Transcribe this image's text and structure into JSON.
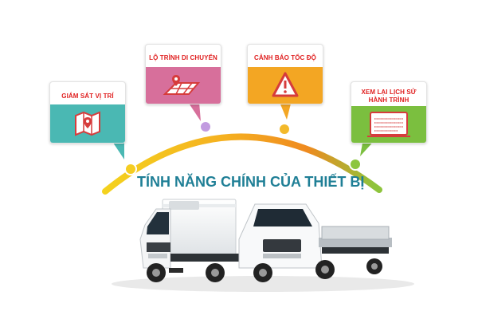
{
  "features": [
    {
      "title": "GIÁM SÁT VỊ TRÍ",
      "icon": "map-pin-icon",
      "color": "#4ab8b3"
    },
    {
      "title": "LỘ TRÌNH DI CHUYỂN",
      "icon": "route-map-icon",
      "color": "#d76f9b"
    },
    {
      "title": "CẢNH BÁO TỐC ĐỘ",
      "icon": "warning-icon",
      "color": "#f3a623"
    },
    {
      "title_lines": [
        "XEM LẠI LỊCH SỬ",
        "HÀNH TRÌNH"
      ],
      "icon": "history-screen-icon",
      "color": "#7bbf3f"
    }
  ],
  "headline": "TÍNH NĂNG CHÍNH CỦA THIẾT BỊ",
  "colors": {
    "headline": "#1f7f96",
    "card_title": "#e02020",
    "arc_start": "#f4c61a",
    "arc_mid": "#f19a1c",
    "arc_end": "#8ec43c"
  },
  "trucks": [
    {
      "name": "refrigerated-truck"
    },
    {
      "name": "flatbed-pickup-truck"
    }
  ]
}
